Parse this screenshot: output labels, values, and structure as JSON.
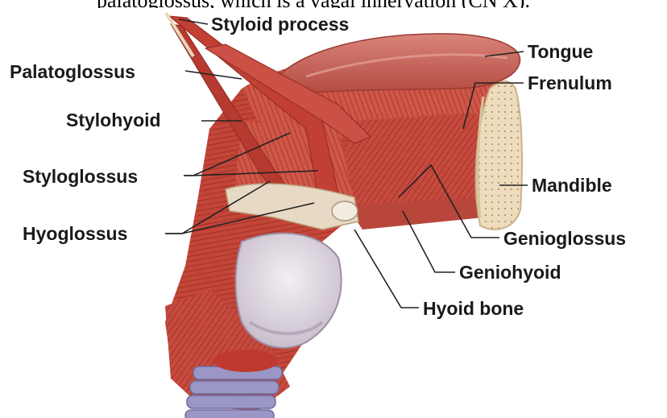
{
  "caption_fragment": "palatoglossus, which is a vagal innervation (CN X).",
  "labels": {
    "styloid_process": "Styloid process",
    "palatoglossus": "Palatoglossus",
    "stylohyoid": "Stylohyoid",
    "styloglossus": "Styloglossus",
    "hyoglossus": "Hyoglossus",
    "tongue": "Tongue",
    "frenulum": "Frenulum",
    "mandible": "Mandible",
    "genioglossus": "Genioglossus",
    "geniohyoid": "Geniohyoid",
    "hyoid_bone": "Hyoid bone"
  },
  "colors": {
    "muscle": "#c8473c",
    "muscle_dark": "#8e2a24",
    "muscle_light": "#e07a6a",
    "bone": "#eed9b6",
    "cartilage": "#dcdde8",
    "trachea": "#9a97c6",
    "leader": "#222222"
  }
}
